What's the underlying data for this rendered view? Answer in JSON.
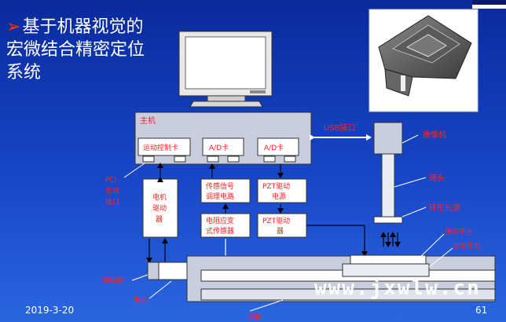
{
  "slide": {
    "title_line1": "基于机器视觉的",
    "title_line2": "宏微结合精密定位",
    "title_line3": "系统",
    "date": "2019-3-20",
    "page": "61",
    "watermark": "www.jxwlw.cn"
  },
  "diagram": {
    "host": "主机",
    "motion_card": "运动控制卡",
    "ad_card_1": "A/D卡",
    "ad_card_2": "A/D卡",
    "usb": "USB接口",
    "camera": "摄像机",
    "lens": "镜头",
    "ring_light": "环形光源",
    "micro_stage": "微动平台",
    "macro_stage": "宏动平台",
    "pci_1": "PCI",
    "pci_2": "总线",
    "pci_3": "接口",
    "motor_driver_1": "电机",
    "motor_driver_2": "驱动",
    "motor_driver_3": "器",
    "signal_cond_1": "传感信号",
    "signal_cond_2": "调理电路",
    "pzt_power_1": "PZT驱动",
    "pzt_power_2": "电源",
    "strain_sensor_1": "电阻应变",
    "strain_sensor_2": "式传感器",
    "pzt_driver_1": "PZT驱动",
    "pzt_driver_2": "器",
    "encoder": "编码器",
    "motor": "电机",
    "base": "底座"
  },
  "colors": {
    "title_arrow": "#ff3300",
    "label_red": "#ff2222",
    "panel_gray": "#c8cede"
  }
}
